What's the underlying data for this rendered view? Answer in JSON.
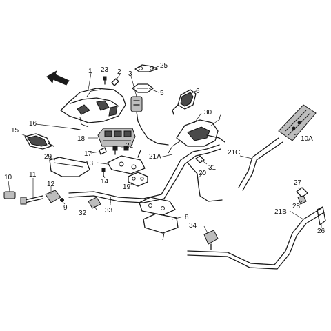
{
  "labels": {
    "l1": "1",
    "l2": "2",
    "l3": "3",
    "l5": "5",
    "l6": "6",
    "l7": "7",
    "l8": "8",
    "l9": "9",
    "l10": "10",
    "l10a": "10A",
    "l11": "11",
    "l12": "12",
    "l13": "13",
    "l14": "14",
    "l15": "15",
    "l16": "16",
    "l17": "17",
    "l18": "18",
    "l19": "19",
    "l20": "20",
    "l21a": "21A",
    "l21b": "21B",
    "l21c": "21C",
    "l22": "22",
    "l23": "23",
    "l25": "25",
    "l26": "26",
    "l27": "27",
    "l28": "28",
    "l29": "29",
    "l30": "30",
    "l31": "31",
    "l32": "32",
    "l33": "33",
    "l34": "34"
  },
  "colors": {
    "ink": "#1a1a1a",
    "paper": "#ffffff",
    "shade": "#bdbdbd"
  },
  "icons": {
    "direction": "arrow-icon"
  }
}
